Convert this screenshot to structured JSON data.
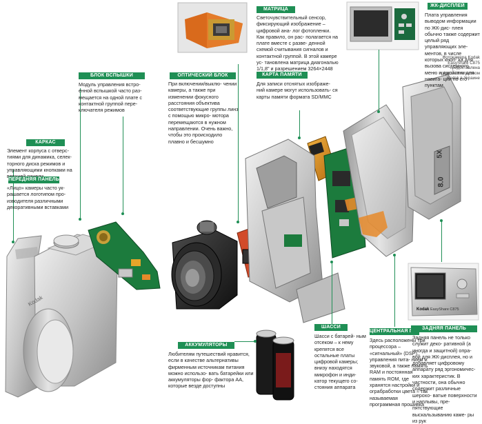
{
  "labels": {
    "flash": {
      "title": "БЛОК ВСПЫШКИ",
      "text": "Модуль управления встро- енной вспышкой часто раз- мещается на одной плате с контактной группой пере- ключателя режимов"
    },
    "frame": {
      "title": "КАРКАС",
      "text": "Элемент корпуса с отверс- тиями для динамика, селек- торного диска режимов и управляющими кнопками на верхней панели"
    },
    "front": {
      "title": "ПЕРЕДНЯЯ ПАНЕЛЬ",
      "text": "«Лицо» камеры часто ук- рашается логотипом про- изводителя различными декоративными вставками"
    },
    "optical": {
      "title": "ОПТИЧЕСКИЙ БЛОК",
      "text": "При включении/выклю- чении камеры, а также при изменении фокусного расстояния объектива соответствующие группы линз с помощью микро- мотора перемещаются в нужном направлении. Очень важно, чтобы это происходило плавно и бесшумно"
    },
    "matrix": {
      "title": "МАТРИЦА",
      "text": "Светочувствительный сенсор, фиксирующий изображение – цифровой ана- лог фотопленки. Как правило, он рас- полагается на плате вместе с разве- денной схемой считывания сигналов и контактной группой. В этой камере ус- тановлена матрица диагональю 1/1,8\" и разрешением 3264×2448 пикселов"
    },
    "memory": {
      "title": "КАРТА ПАМЯТИ",
      "text": "Для записи отснятых изображе- ний камере могут использовать- ся карты памяти формата SD/MMC"
    },
    "lcd": {
      "title": "ЖК-ДИСПЛЕЙ",
      "text": "Плата управления выводом информации по ЖК-дис- плея обычно также содержит целый ряд управляющих эле- ментов, в числе которых кноп- ка для вызова системного меню и джойстик для навига- ции по его пунктам"
    },
    "battery": {
      "title": "АККУМУЛЯТОРЫ",
      "text": "Любителям путешествий нравится, если в качестве альтернативы фирменным источникам питания можно использо- вать батарейки или аккумуляторы фор- фактора АА, которые везде доступны"
    },
    "chassis": {
      "title": "ШАССИ",
      "text": "Шасси с батарей- ным отсеком – к нему крепятся все остальные платы цифровой камеры; внизу находятся микрофон и инди- катор текущего со- стояния аппарата"
    },
    "mainboard": {
      "title": "ЦЕНТРАЛЬНАЯ ПЛАТА",
      "text": "Здесь расположены три процессора – «сигнальный» (DSP), управления пита- нием и звуковой, а также память RAM и постоянная память ROM, где хранятся настройки и ограбработки цвета – так называемая программная прошивка"
    },
    "back": {
      "title": "ЗАДНЯЯ ПАНЕЛЬ",
      "text": "Задняя панель не только служит деко- ративной (а иногда и защитной) опра- вой для ЖК-дисплея, но и добавляет цифровому аппарату ряд эргономичес- ких характеристик. В частности, она обычно содержит различные шерохо- ватые поверхности и наплывы, пре- пятствующие выскальзыванию каме- ры из рук"
    }
  },
  "credit": "Фотокамера Kodak EasyShare C875 предоставлена представительством Kodak в Украине",
  "camera_labels": {
    "brand": "Kodak",
    "model": "EasyShare C875",
    "zoom": "5X",
    "megapixels": "8.0",
    "front_logo": "Kodak"
  }
}
